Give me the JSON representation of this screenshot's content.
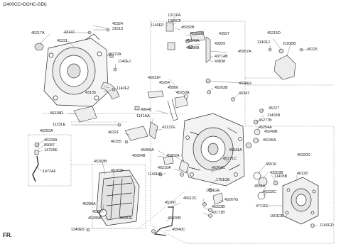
{
  "header": "(2400CC>DOHC-GDI)",
  "direction_label": "FR.",
  "parts": {
    "p1311FA": "1311FA",
    "p1360CF": "1360CF",
    "p1140EP": "1140EP",
    "p45932B": "45932B",
    "p45324": "45324",
    "p21513": "21513",
    "p43147": "43147",
    "p45217A": "45217A",
    "p45231": "45231",
    "p45272A": "45272A",
    "p1140EJ_a": "1140EJ",
    "p43135": "43135",
    "p1140FZ": "1140FZ",
    "p45218D": "45218D",
    "p1123LE": "1123LE",
    "p45252A": "45252A",
    "p45228A": "45228A",
    "p89087": "89087",
    "p1472AE": "1472AE",
    "p1472AF": "1472AF",
    "p45956B": "45956B",
    "p43927": "43927",
    "p45840A": "45840A",
    "p43929": "43929",
    "p45686B": "45686B",
    "p45957A": "45957A",
    "p43714B": "43714B",
    "p43838": "43838",
    "p45215D": "45215D",
    "p1140EJ_b": "1140EJ",
    "p21825B": "21825B",
    "p45225": "45225",
    "p45931F": "45931F",
    "p45254": "45254",
    "p45256": "45256",
    "p45253A": "45253A",
    "p45260J": "45260J",
    "p45262B": "45262B",
    "p45347": "45347",
    "p48648": "48648",
    "p1141AA": "1141AA",
    "p43137E": "43137E",
    "p46321": "46321",
    "p46155": "46155",
    "p45227": "45227",
    "p11405B_a": "11405B",
    "p45277B": "45277B",
    "p45254A": "45254A",
    "p45249B": "45249B",
    "p45245A": "45245A",
    "p45950A": "45950A",
    "p45954B": "45954B",
    "p45952A": "45952A",
    "p46210A": "46210A",
    "p1140HG": "1140HG",
    "p45241A": "45241A",
    "p45271C": "45271C",
    "p45264C": "45264C",
    "p45283B": "45283B",
    "p45283F": "45283F",
    "p45286A": "45286A",
    "p45287": "45287",
    "p45285B": "45285B",
    "p45282E": "45282E",
    "p1140ES": "1140ES",
    "p45320D": "45320D",
    "p45516_a": "45516",
    "p43253B": "43253B",
    "p46128": "46128",
    "p45516_b": "45516",
    "p45332C": "45332C",
    "p47111E": "47111E",
    "p1601DF": "1601DF",
    "p1140GD": "1140GD",
    "p1751GE_a": "1751GE",
    "p1751GE_b": "1751GE",
    "p45267G": "45267G",
    "p45612C": "45612C",
    "p45260": "45260",
    "p45323B": "45323B",
    "p43171B": "43171B",
    "p45920B": "45920B",
    "p45940C": "45940C",
    "p11405B_b": "11405B"
  }
}
